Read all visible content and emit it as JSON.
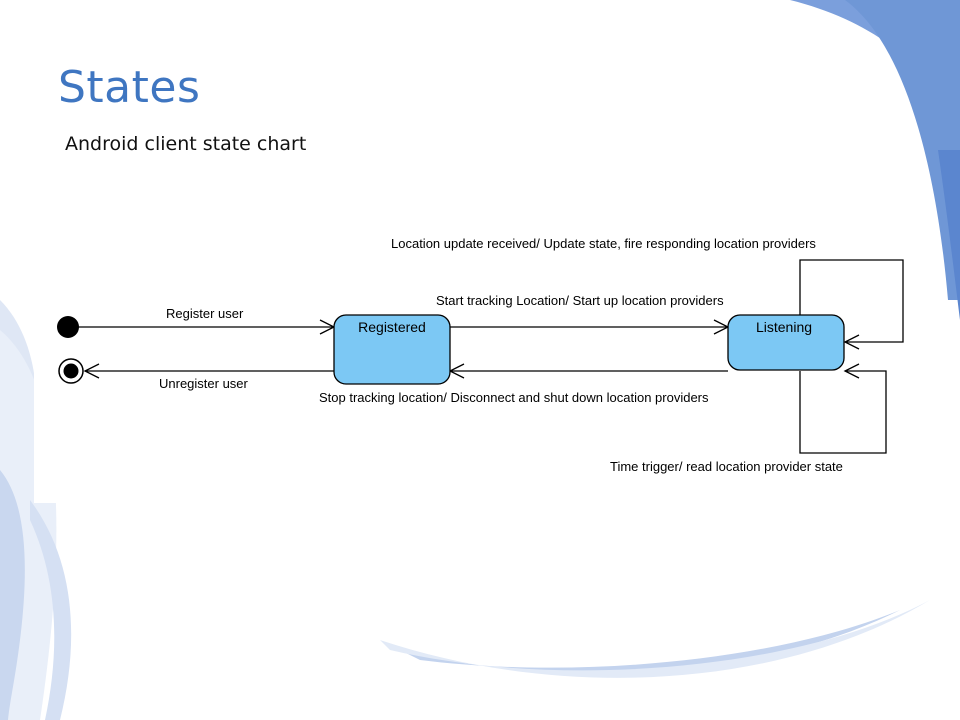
{
  "slide": {
    "title": "States",
    "subtitle": "Android client state chart",
    "colors": {
      "title": "#3f76c1",
      "state_fill": "#7cc8f4",
      "accent_wave": "#6f97d6"
    }
  },
  "diagram": {
    "states": {
      "registered": "Registered",
      "listening": "Listening"
    },
    "transitions": {
      "register_user": "Register user",
      "unregister_user": "Unregister user",
      "start_tracking": "Start tracking Location/ Start up location providers",
      "stop_tracking": "Stop tracking location/ Disconnect and shut down location providers",
      "location_update": "Location update received/ Update state, fire responding location providers",
      "time_trigger": "Time trigger/ read location provider state"
    }
  }
}
